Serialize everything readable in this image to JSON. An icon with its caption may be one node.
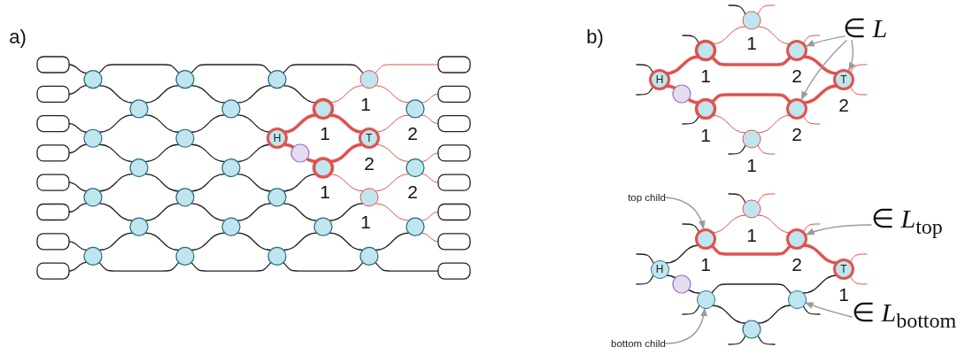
{
  "diagram": {
    "nodes": [
      {
        "text": [
          "H"
        ]
      },
      {
        "text": [
          "T"
        ],
        "beside": [
          "2"
        ]
      },
      {
        "text": [
          "H"
        ]
      },
      {
        "text": [
          "T"
        ],
        "beside": [
          "2"
        ]
      },
      {
        "text": [
          "∈ *L*"
        ]
      },
      {
        "text": [],
        "shape": "circle",
        "beside": [
          "2"
        ]
      },
      {
        "text": [],
        "shape": "circle",
        "beside": [
          "2"
        ]
      },
      {
        "text": [
          "top child"
        ]
      },
      {
        "text": [],
        "shape": "circle",
        "beside": [
          "1"
        ]
      },
      {
        "text": [
          "H"
        ]
      },
      {
        "text": [
          "T"
        ],
        "beside": [
          "1"
        ]
      },
      {
        "text": [
          "∈ *L*$_{top}$"
        ]
      },
      {
        "text": [],
        "shape": "circle",
        "beside": [
          "2"
        ]
      },
      {
        "text": [
          "∈ *L*$_{bottom}$"
        ]
      },
      {
        "text": [],
        "shape": "circle"
      },
      {
        "text": [
          "bottom child"
        ]
      },
      {
        "text": [],
        "shape": "circle"
      }
    ],
    "edges": [
      {
        "from": 4,
        "to": 5,
        "arrow": "to"
      },
      {
        "from": 4,
        "to": 3,
        "arrow": "to"
      },
      {
        "from": 4,
        "to": 6,
        "arrow": "to"
      },
      {
        "from": 7,
        "to": 8,
        "arrow": "to"
      },
      {
        "from": 11,
        "to": 12,
        "arrow": "to"
      },
      {
        "from": 13,
        "to": 16,
        "arrow": "to"
      },
      {
        "from": 15,
        "to": 14,
        "arrow": "to"
      },
      {
        "from": 5,
        "to": 3,
        "arrow": "none",
        "style": "thick",
        "color": "#e0534e"
      },
      {
        "from": 6,
        "to": 3,
        "arrow": "none",
        "style": "thick",
        "color": "#e0534e"
      },
      {
        "from": 9,
        "to": 8,
        "arrow": "none",
        "color": "#222222"
      },
      {
        "from": 9,
        "to": 14,
        "arrow": "none",
        "color": "#222222"
      },
      {
        "from": 8,
        "to": 12,
        "arrow": "none",
        "style": "thick",
        "color": "#e0534e"
      },
      {
        "from": 12,
        "to": 10,
        "arrow": "none",
        "style": "thick",
        "color": "#e0534e"
      },
      {
        "from": 14,
        "to": 16,
        "arrow": "none",
        "color": "#222222"
      },
      {
        "from": 16,
        "to": 10,
        "arrow": "none",
        "color": "#222222"
      }
    ],
    "labels": [
      "a)",
      "b)",
      "1",
      "1",
      "2",
      "1",
      "2",
      "1",
      "1",
      "1",
      "1",
      "1",
      "1"
    ]
  }
}
